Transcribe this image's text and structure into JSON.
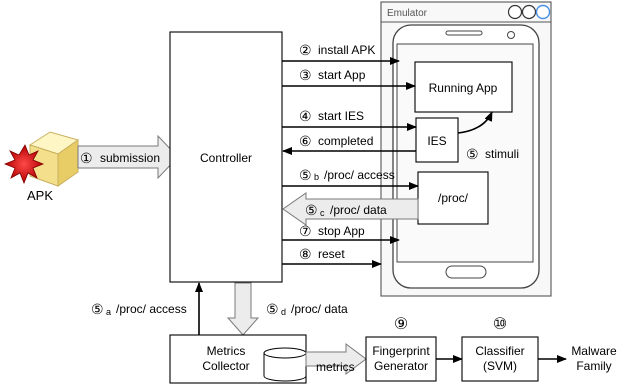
{
  "apk": {
    "label": "APK"
  },
  "submission": {
    "num": "①",
    "label": "submission"
  },
  "controller": {
    "label": "Controller"
  },
  "emulator": {
    "title": "Emulator"
  },
  "running_app": {
    "label": "Running App"
  },
  "ies": {
    "label": "IES"
  },
  "proc": {
    "label": "/proc/"
  },
  "steps": {
    "install": {
      "num": "②",
      "label": "install APK"
    },
    "start_app": {
      "num": "③",
      "label": "start App"
    },
    "start_ies": {
      "num": "④",
      "label": "start IES"
    },
    "completed": {
      "num": "⑥",
      "label": "completed"
    },
    "stimuli": {
      "num": "⑤",
      "label": "stimuli"
    },
    "proc_access_b": {
      "num": "⑤",
      "sub": "b",
      "label": "/proc/ access"
    },
    "proc_data_c": {
      "num": "⑤",
      "sub": "c",
      "label": "/proc/ data"
    },
    "stop_app": {
      "num": "⑦",
      "label": "stop App"
    },
    "reset": {
      "num": "⑧",
      "label": "reset"
    },
    "proc_access_a": {
      "num": "⑤",
      "sub": "a",
      "label": "/proc/ access"
    },
    "proc_data_d": {
      "num": "⑤",
      "sub": "d",
      "label": "/proc/ data"
    }
  },
  "metrics_collector": {
    "line1": "Metrics",
    "line2": "Collector"
  },
  "metrics": {
    "label": "metrics"
  },
  "fingerprint": {
    "num": "⑨",
    "line1": "Fingerprint",
    "line2": "Generator"
  },
  "classifier": {
    "num": "⑩",
    "line1": "Classifier",
    "line2": "(SVM)"
  },
  "malware": {
    "line1": "Malware",
    "line2": "Family"
  },
  "colors": {
    "gray_arrow_fill": "#ececec",
    "gray_arrow_stroke": "#7a7a7a",
    "apk_box": "#fff2b0",
    "apk_star": "#cc1010",
    "window_btn_blue": "#4a90e2"
  }
}
